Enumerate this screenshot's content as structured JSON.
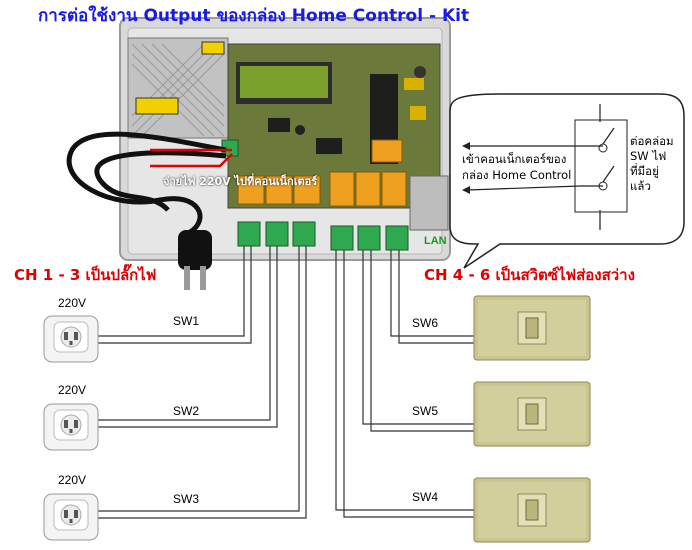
{
  "title": "การต่อใช้งาน Output ของกล่อง Home Control - Kit",
  "labels": {
    "ch_1_3": "CH 1 - 3 เป็นปลั๊กไฟ",
    "ch_4_6": "CH 4 - 6 เป็นสวิตซ์ไฟส่องสว่าง",
    "lan": "LAN",
    "power_note": "จ่ายไฟ 220V ไปที่คอนเน็กเตอร์"
  },
  "outlets": [
    {
      "voltage": "220V",
      "switch": "SW1"
    },
    {
      "voltage": "220V",
      "switch": "SW2"
    },
    {
      "voltage": "220V",
      "switch": "SW3"
    }
  ],
  "light_switches": [
    {
      "switch": "SW6"
    },
    {
      "switch": "SW5"
    },
    {
      "switch": "SW4"
    }
  ],
  "callout": {
    "left_line1": "เข้าคอนเน็กเตอร์ของ",
    "left_line2": "กล่อง Home Control",
    "right_line1": "ต่อคล่อม",
    "right_line2": "SW ไฟ",
    "right_line3": "ที่มีอยู่",
    "right_line4": "แล้ว"
  },
  "colors": {
    "title": "#1a1ae6",
    "red_labels": "#e00000",
    "lan": "#1a9a1a",
    "terminal": "#2fa84f",
    "relay": "#f0a020",
    "pcb": "#6b7a3a",
    "switch_plate": "#c9c58f",
    "enclosure": "#d8d8d8"
  }
}
